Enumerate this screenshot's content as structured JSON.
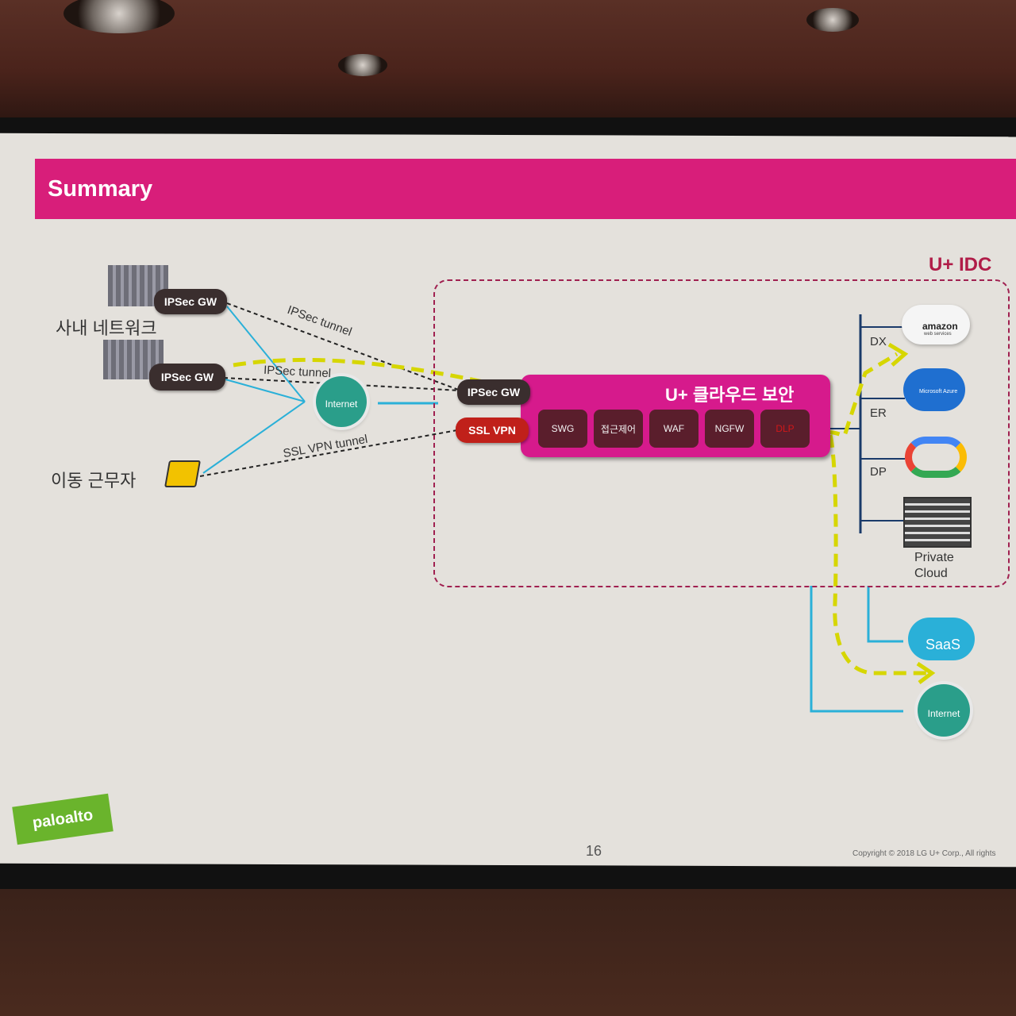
{
  "slide": {
    "title": "Summary",
    "page_number": "16",
    "copyright": "Copyright © 2018 LG U+ Corp., All rights"
  },
  "left": {
    "internal_network_label": "사내 네트워크",
    "mobile_worker_label": "이동 근무자",
    "ipsec_gw_top": "IPSec GW",
    "ipsec_gw_bottom": "IPSec GW",
    "internet_label": "Internet"
  },
  "tunnels": {
    "ipsec_top": "IPSec tunnel",
    "ipsec_bottom": "IPSec tunnel",
    "ssl_vpn": "SSL VPN tunnel"
  },
  "idc": {
    "title": "U+ IDC",
    "gateway_ipsec": "IPSec GW",
    "gateway_ssl": "SSL VPN",
    "cloud_security_title": "U+ 클라우드 보안",
    "modules": [
      "SWG",
      "접근제어",
      "WAF",
      "NGFW",
      "DLP"
    ],
    "connections": [
      "DX",
      "ER",
      "DP"
    ],
    "providers": {
      "aws": "amazon",
      "aws_sub": "web services",
      "azure": "Microsoft Azure",
      "private_cloud_line1": "Private",
      "private_cloud_line2": "Cloud"
    }
  },
  "external": {
    "saas": "SaaS",
    "internet": "Internet"
  },
  "brand": {
    "logo_text": "paloalto",
    "colors": {
      "header": "#d81e7a",
      "path": "#d6d600",
      "link": "#2ab0d8"
    }
  }
}
